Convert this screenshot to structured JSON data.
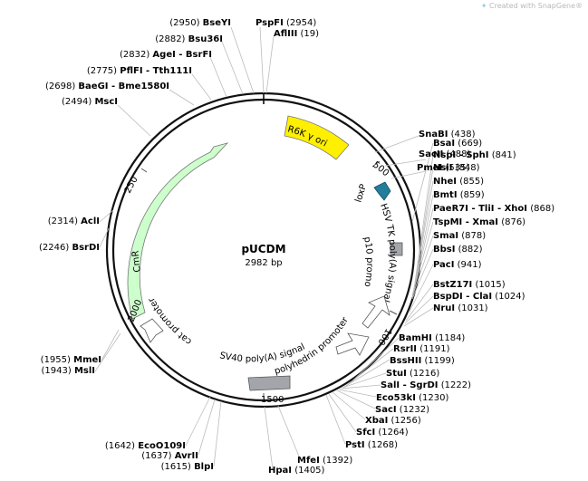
{
  "watermark": {
    "text": "Created with SnapGene®"
  },
  "plasmid": {
    "name": "pUCDM",
    "length_label": "2982 bp"
  },
  "sites": [
    {
      "label": "PspFI",
      "pos": "(2954)"
    },
    {
      "label": "AflIII",
      "pos": "(19)"
    },
    {
      "label": "BseYI",
      "pos": "(2950)"
    },
    {
      "label": "Bsu36I",
      "pos": "(2882)"
    },
    {
      "label": "AgeI - BsrFI",
      "pos": "(2832)"
    },
    {
      "label": "PflFI - Tth111I",
      "pos": "(2775)"
    },
    {
      "label": "BaeGI - Bme1580I",
      "pos": "(2698)"
    },
    {
      "label": "MscI",
      "pos": "(2494)"
    },
    {
      "label": "AclI",
      "pos": "(2314)"
    },
    {
      "label": "BsrDI",
      "pos": "(2246)"
    },
    {
      "label": "MmeI",
      "pos": "(1955)"
    },
    {
      "label": "MslI",
      "pos": "(1943)"
    },
    {
      "label": "EcoO109I",
      "pos": "(1642)"
    },
    {
      "label": "AvrII",
      "pos": "(1637)"
    },
    {
      "label": "BlpI",
      "pos": "(1615)"
    },
    {
      "label": "HpaI",
      "pos": "(1405)"
    },
    {
      "label": "MfeI",
      "pos": "(1392)"
    },
    {
      "label": "PstI",
      "pos": "(1268)"
    },
    {
      "label": "SfcI",
      "pos": "(1264)"
    },
    {
      "label": "XbaI",
      "pos": "(1256)"
    },
    {
      "label": "SacI",
      "pos": "(1232)"
    },
    {
      "label": "Eco53kI",
      "pos": "(1230)"
    },
    {
      "label": "SalI - SgrDI",
      "pos": "(1222)"
    },
    {
      "label": "StuI",
      "pos": "(1216)"
    },
    {
      "label": "BssHII",
      "pos": "(1199)"
    },
    {
      "label": "RsrII",
      "pos": "(1191)"
    },
    {
      "label": "BamHI",
      "pos": "(1184)"
    },
    {
      "label": "NruI",
      "pos": "(1031)"
    },
    {
      "label": "BspDI - ClaI",
      "pos": "(1024)"
    },
    {
      "label": "BstZ17I",
      "pos": "(1015)"
    },
    {
      "label": "PacI",
      "pos": "(941)"
    },
    {
      "label": "BbsI",
      "pos": "(882)"
    },
    {
      "label": "SmaI",
      "pos": "(878)"
    },
    {
      "label": "TspMI - XmaI",
      "pos": "(876)"
    },
    {
      "label": "PaeR7I - TliI - XhoI",
      "pos": "(868)"
    },
    {
      "label": "BmtI",
      "pos": "(859)"
    },
    {
      "label": "NheI",
      "pos": "(855)"
    },
    {
      "label": "NsiI",
      "pos": "(848)"
    },
    {
      "label": "NspI - SphI",
      "pos": "(841)"
    },
    {
      "label": "BsaI",
      "pos": "(669)"
    },
    {
      "label": "PmeI",
      "pos": "(535)"
    },
    {
      "label": "SacII",
      "pos": "(488)"
    },
    {
      "label": "SnaBI",
      "pos": "(438)"
    }
  ],
  "ticks": {
    "t500": "500",
    "t1000": "1000",
    "t1500": "1500",
    "t2000": "2000",
    "t2500": "2500"
  },
  "features": {
    "r6k": "R6K γ ori",
    "loxp": "loxP",
    "hsv": "HSV TK poly(A) signal",
    "p10": "p10 promoter",
    "sv40": "SV40 poly(A) signal",
    "polh": "polyhedrin promoter",
    "cmr": "CmR",
    "cat": "cat promoter"
  },
  "colors": {
    "r6k": "#ffef00",
    "loxp": "#237e9b",
    "cmr": "#ccffcc",
    "grey_feature": "#a2a6ab",
    "white_feature": "#ffffff"
  }
}
